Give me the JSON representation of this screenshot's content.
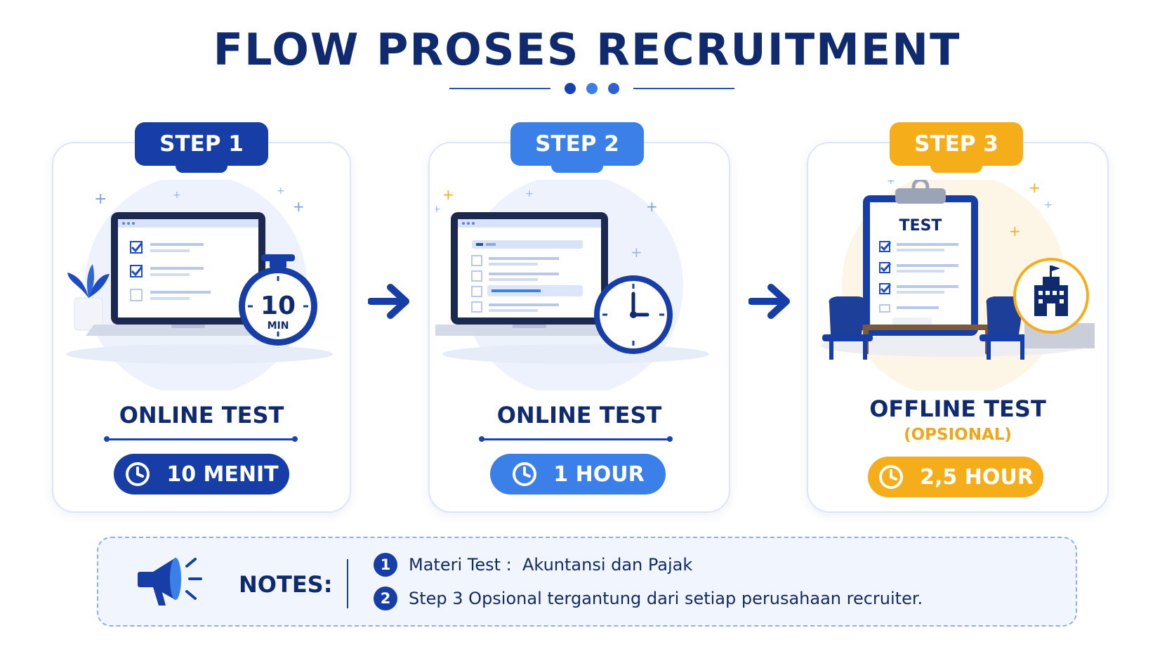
{
  "title": "FLOW PROSES RECRUITMENT",
  "colors": {
    "navy": "#0f2a6e",
    "step1_blue": "#173ea6",
    "step2_blue": "#3b7fe8",
    "step3_orange": "#f5ae1a"
  },
  "steps": [
    {
      "badge": "STEP 1",
      "label": "ONLINE TEST",
      "duration": "10 MENIT",
      "timer_number": "10",
      "timer_unit": "MIN",
      "icon": "laptop-stopwatch-icon"
    },
    {
      "badge": "STEP 2",
      "label": "ONLINE TEST",
      "duration": "1 HOUR",
      "icon": "laptop-clock-icon"
    },
    {
      "badge": "STEP 3",
      "label": "OFFLINE TEST",
      "sublabel": "(OPSIONAL)",
      "duration": "2,5 HOUR",
      "clipboard_title": "TEST",
      "icon": "clipboard-office-icon"
    }
  ],
  "notes": {
    "title": "NOTES:",
    "items": [
      {
        "num": "1",
        "text": "Materi Test :  Akuntansi dan Pajak"
      },
      {
        "num": "2",
        "text": "Step 3 Opsional tergantung dari setiap perusahaan recruiter."
      }
    ]
  }
}
